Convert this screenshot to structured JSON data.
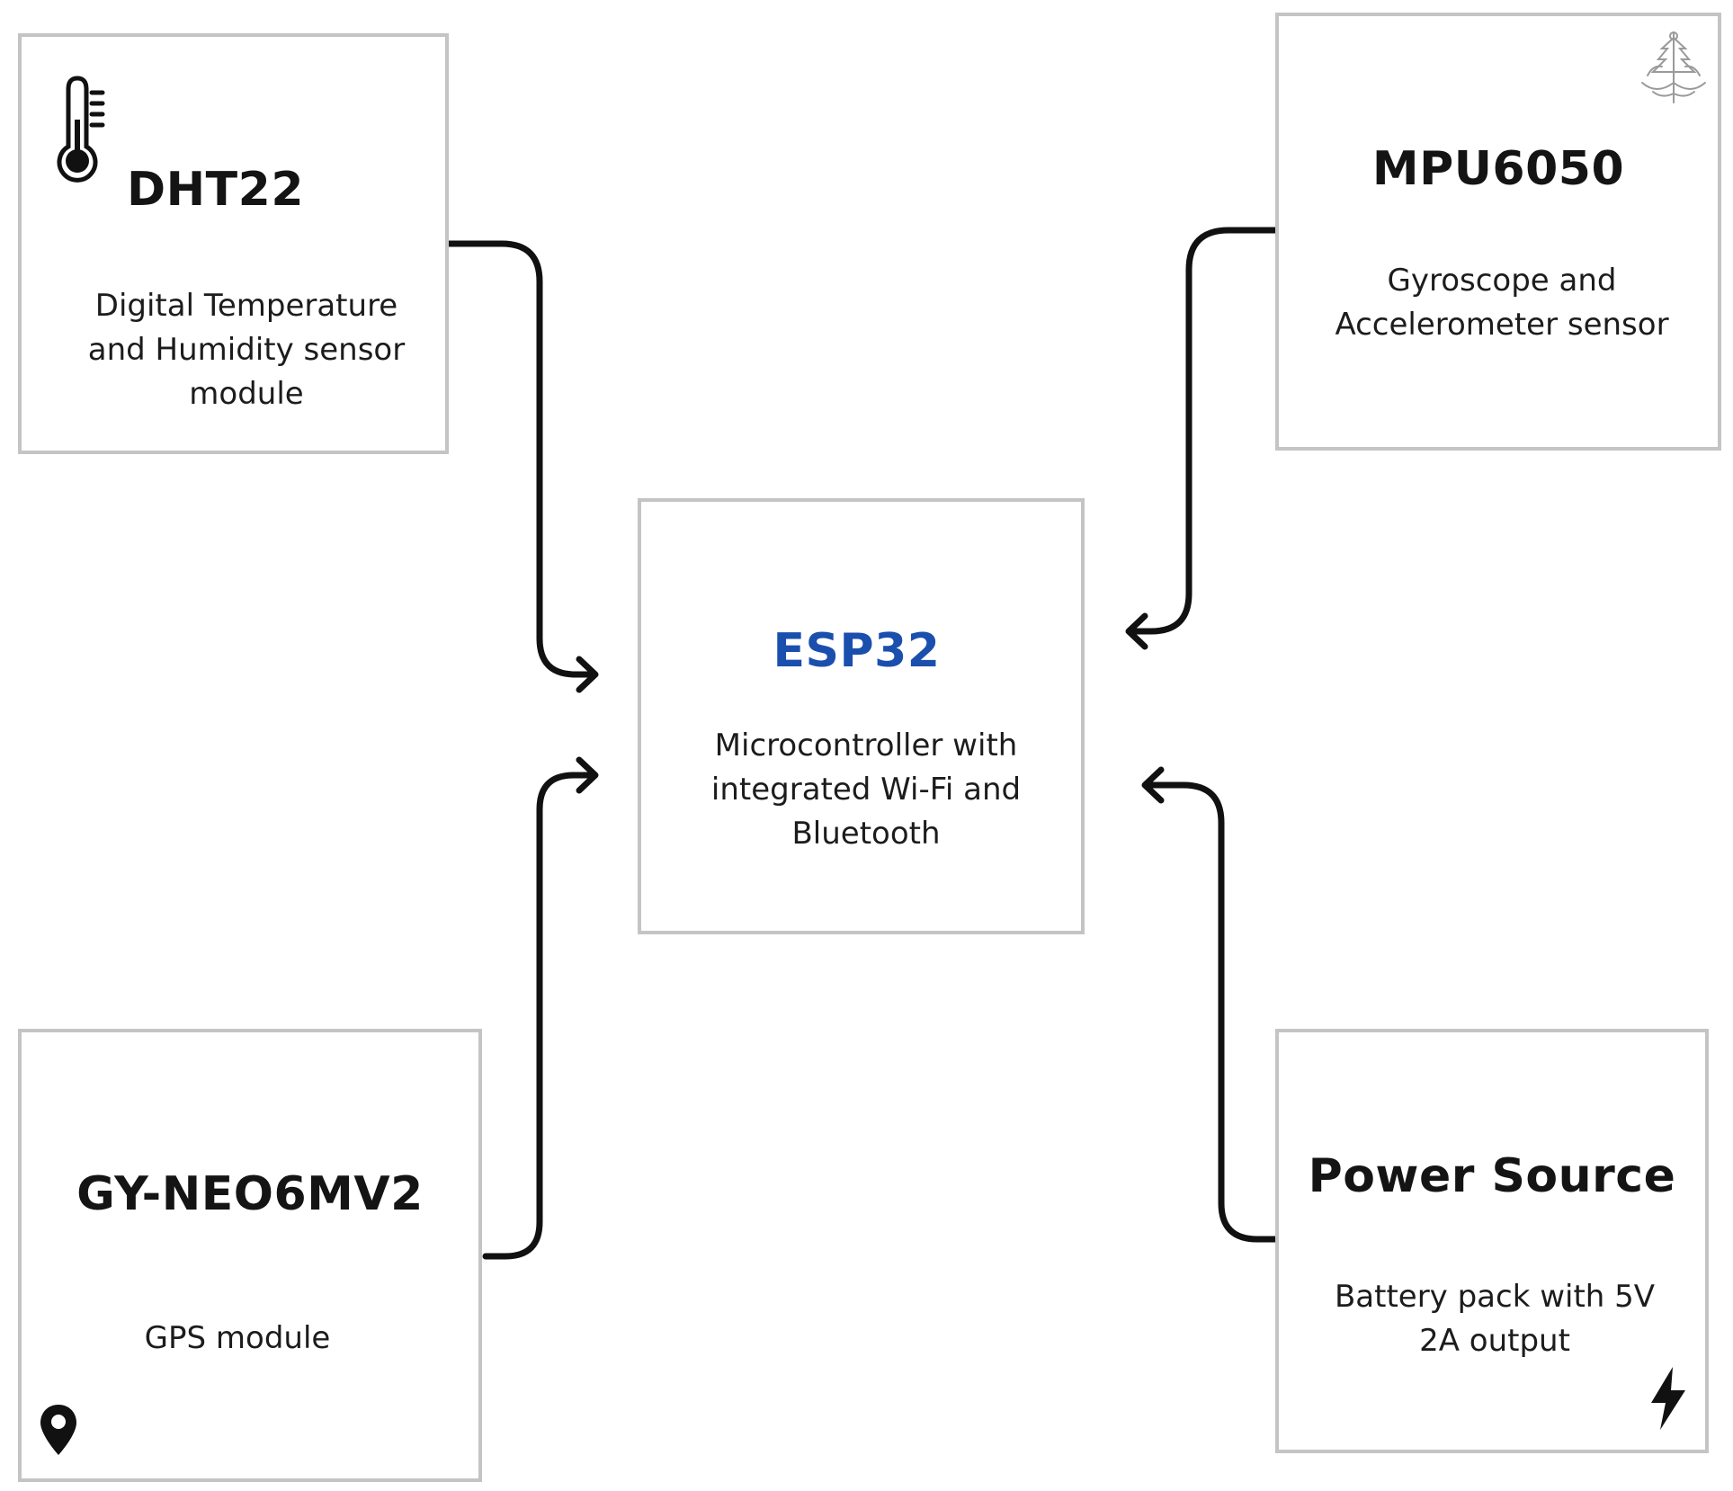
{
  "nodes": {
    "dht22": {
      "title": "DHT22",
      "description": "Digital Temperature and Humidity sensor module",
      "icon": "thermometer-icon"
    },
    "mpu6050": {
      "title": "MPU6050",
      "description": "Gyroscope and Accelerometer sensor",
      "icon": "tree-logo-icon"
    },
    "esp32": {
      "title": "ESP32",
      "description": "Microcontroller with integrated Wi-Fi and Bluetooth"
    },
    "gps": {
      "title": "GY-NEO6MV2",
      "description": "GPS module",
      "icon": "map-pin-icon"
    },
    "power": {
      "title": "Power Source",
      "description": "Battery pack with 5V 2A output",
      "icon": "lightning-bolt-icon"
    }
  },
  "edges": [
    {
      "from": "DHT22",
      "to": "ESP32"
    },
    {
      "from": "MPU6050",
      "to": "ESP32"
    },
    {
      "from": "GY-NEO6MV2",
      "to": "ESP32"
    },
    {
      "from": "Power Source",
      "to": "ESP32"
    }
  ],
  "colors": {
    "accent": "#1b4fae",
    "box_border": "#c4c4c4",
    "text": "#141414",
    "connector": "#111111"
  }
}
